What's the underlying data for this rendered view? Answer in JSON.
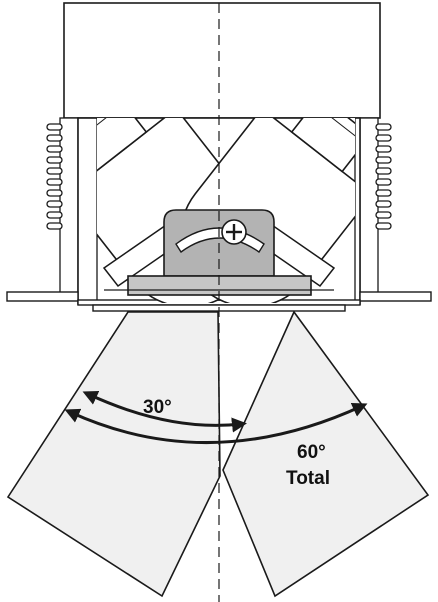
{
  "labels": {
    "angle_single": "30°",
    "angle_total_value": "60°",
    "angle_total_word": "Total"
  },
  "colors": {
    "stroke": "#1a1a1a",
    "beam_fill": "#f0f0f0",
    "bracket_fill": "#b3b3b3",
    "plate_fill": "#c6c6c6",
    "housing_fill": "#ffffff",
    "background": "#ffffff"
  },
  "icons": {
    "screw": "phillips-screw-icon"
  }
}
